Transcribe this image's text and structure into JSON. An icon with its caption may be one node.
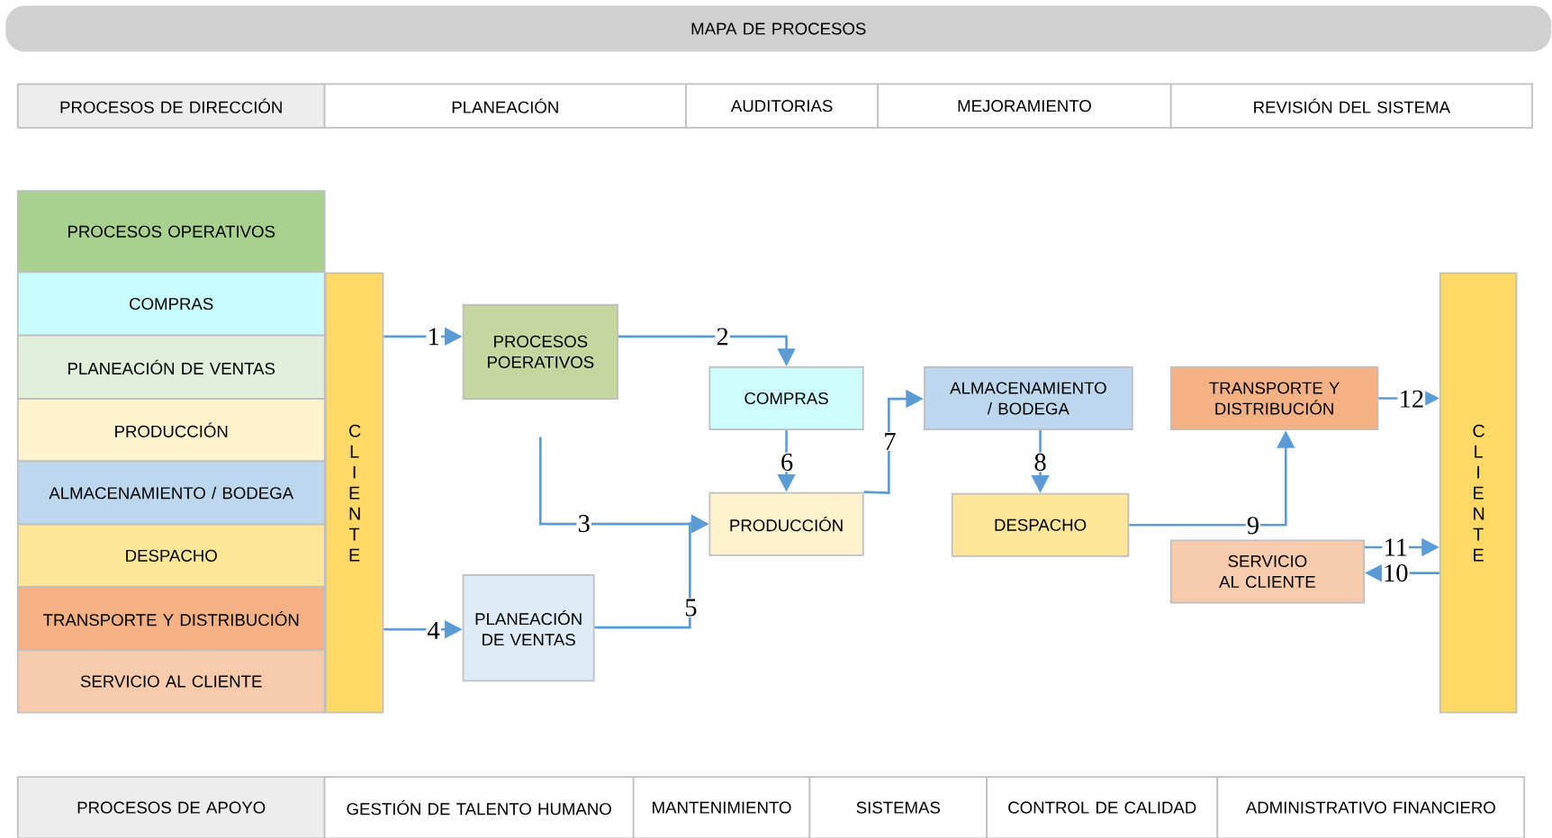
{
  "diagram": {
    "nodes": [
      {
        "text": [
          "MAPA DE PROCESOS"
        ]
      },
      {
        "text": [
          "PROCESOS DE DIRECCIÓN"
        ]
      },
      {
        "text": [
          "PLANEACIÓN"
        ]
      },
      {
        "text": [
          "AUDITORIAS"
        ]
      },
      {
        "text": [
          "MEJORAMIENTO"
        ]
      },
      {
        "text": [
          "REVISIÓN DEL SISTEMA"
        ]
      },
      {
        "text": [
          "PROCESOS OPERATIVOS"
        ]
      },
      {
        "text": [
          "COMPRAS"
        ]
      },
      {
        "text": [
          "PLANEACIÓN DE VENTAS"
        ]
      },
      {
        "text": [
          "PRODUCCIÓN"
        ]
      },
      {
        "text": [
          "ALMACENAMIENTO / BODEGA"
        ]
      },
      {
        "text": [
          "DESPACHO"
        ]
      },
      {
        "text": [
          "TRANSPORTE Y DISTRIBUCIÓN"
        ]
      },
      {
        "text": [
          "SERVICIO AL CLIENTE"
        ]
      },
      {
        "text": [
          "C L I E N T E"
        ]
      },
      {
        "text": [
          "C L I E N T E"
        ]
      },
      {
        "text": [
          "PROCESOS POERATIVOS"
        ]
      },
      {
        "text": [
          "COMPRAS"
        ]
      },
      {
        "text": [
          "PRODUCCIÓN"
        ]
      },
      {
        "text": [
          "PLANEACIÓN DE VENTAS"
        ]
      },
      {
        "text": [
          "ALMACENAMIENTO / BODEGA"
        ]
      },
      {
        "text": [
          "DESPACHO"
        ]
      },
      {
        "text": [
          "TRANSPORTE Y DISTRIBUCIÓN"
        ]
      },
      {
        "text": [
          "SERVICIO AL CLIENTE"
        ]
      },
      {
        "text": [
          "PROCESOS DE APOYO"
        ]
      },
      {
        "text": [
          "GESTIÓN DE TALENTO HUMANO"
        ]
      },
      {
        "text": [
          "MANTENIMIENTO"
        ]
      },
      {
        "text": [
          "SISTEMAS"
        ]
      },
      {
        "text": [
          "CONTROL DE CALIDAD"
        ]
      },
      {
        "text": [
          "ADMINISTRATIVO FINANCIERO"
        ]
      }
    ],
    "edges": [
      {
        "from": 14,
        "to": 16,
        "arrow": "to",
        "label": "1"
      },
      {
        "from": 16,
        "to": 17,
        "arrow": "to",
        "label": "2"
      },
      {
        "from": 16,
        "to": 18,
        "arrow": "to",
        "label": "3"
      },
      {
        "from": 14,
        "to": 19,
        "arrow": "to",
        "label": "4"
      },
      {
        "from": 19,
        "to": 18,
        "arrow": "to",
        "label": "5"
      },
      {
        "from": 17,
        "to": 18,
        "arrow": "to",
        "label": "6"
      },
      {
        "from": 18,
        "to": 20,
        "arrow": "to",
        "label": "7"
      },
      {
        "from": 20,
        "to": 21,
        "arrow": "to",
        "label": "8"
      },
      {
        "from": 21,
        "to": 22,
        "arrow": "to",
        "label": "9"
      },
      {
        "from": 23,
        "to": 15,
        "arrow": "to",
        "label": "11"
      },
      {
        "from": 15,
        "to": 23,
        "arrow": "to",
        "label": "10"
      },
      {
        "from": 22,
        "to": 15,
        "arrow": "to",
        "label": "12"
      }
    ]
  }
}
